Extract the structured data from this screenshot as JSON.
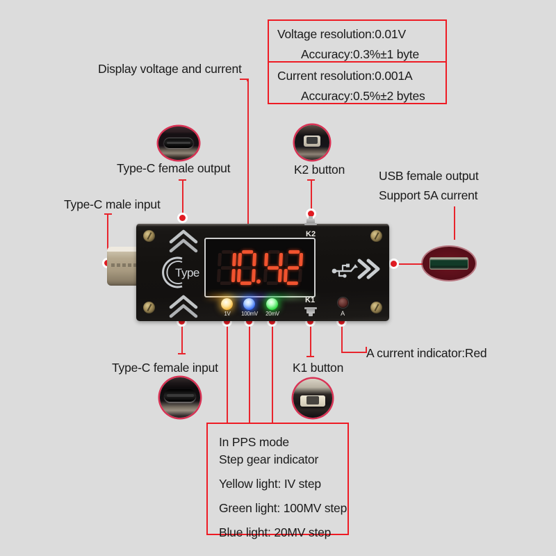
{
  "background_color": "#dcdcdc",
  "accent_color": "#e8242c",
  "annotations": [
    {
      "id": "display",
      "label": "Display voltage and current"
    },
    {
      "id": "typec_female_output",
      "label": "Type-C female output"
    },
    {
      "id": "typec_male_input",
      "label": "Type-C male input"
    },
    {
      "id": "k2_button",
      "label": "K2 button"
    },
    {
      "id": "usb_female_output",
      "label": "USB female output"
    },
    {
      "id": "usb_support_current",
      "label": "Support 5A current"
    },
    {
      "id": "typec_female_input",
      "label": "Type-C female input"
    },
    {
      "id": "k1_button",
      "label": "K1 button"
    },
    {
      "id": "a_current_indicator",
      "label": "A current indicator:Red"
    }
  ],
  "spec_box_voltage": {
    "line1": "Voltage resolution:0.01V",
    "line2": "Accuracy:0.3%±1 byte",
    "border_color": "#ee1b24"
  },
  "spec_box_current": {
    "line1": "Current resolution:0.001A",
    "line2": "Accuracy:0.5%±2  bytes",
    "border_color": "#ee1b24"
  },
  "pps_box": {
    "line1": "In PPS mode",
    "line2": "Step gear indicator",
    "line3": "Yellow light: IV step",
    "line4": "Green light: 100MV step",
    "line5": "Blue light: 20MV step",
    "border_color": "#ee1b24"
  },
  "device": {
    "display_value": "10.42",
    "display_digits": [
      "1",
      "0",
      "4",
      "2"
    ],
    "decimal_after_index": 1,
    "display_color": "#f0532f",
    "body_color": "#141210",
    "brand_logo": "Type",
    "leds": [
      {
        "name": "led-1v",
        "label": "1V",
        "color": "#f0b030"
      },
      {
        "name": "led-100mv",
        "label": "100mV",
        "color": "#2f66f0"
      },
      {
        "name": "led-20mv",
        "label": "20mV",
        "color": "#24d63a"
      }
    ],
    "buttons": [
      {
        "name": "k2",
        "label": "K2"
      },
      {
        "name": "k1",
        "label": "K1"
      }
    ],
    "a_indicator_label": "A",
    "usb_icon": "usb-trident-icon",
    "arrow_icon": "double-chevron-right-icon"
  },
  "insets": [
    {
      "id": "inset-typec-female-output",
      "icon": "typec-port-photo"
    },
    {
      "id": "inset-k2-button",
      "icon": "tactile-button-photo"
    },
    {
      "id": "inset-usb-female-output",
      "icon": "usb-a-port-photo"
    },
    {
      "id": "inset-typec-female-input",
      "icon": "typec-port-photo"
    },
    {
      "id": "inset-k1-button",
      "icon": "tactile-button-photo"
    }
  ]
}
